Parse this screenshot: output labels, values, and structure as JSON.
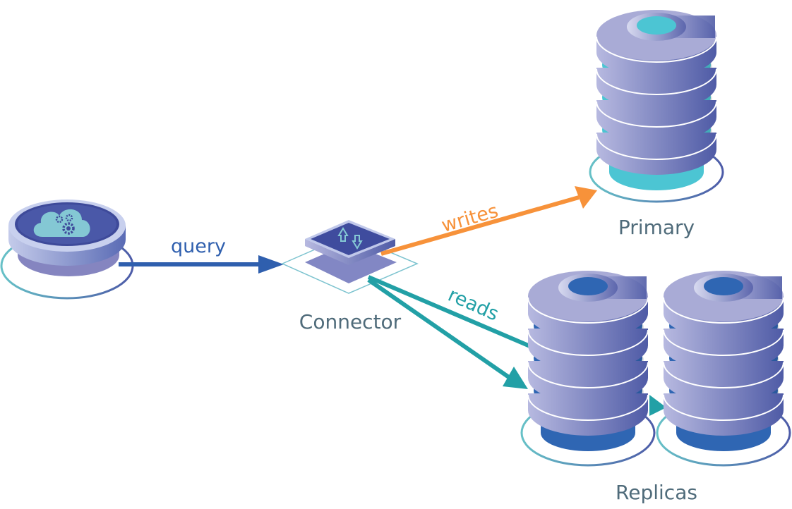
{
  "diagram": {
    "title": "Read/write splitting via connector",
    "nodes": {
      "app": {
        "label": "",
        "icon": "cloud-gears-icon"
      },
      "connector": {
        "label": "Connector",
        "icon": "swap-arrows-icon"
      },
      "primary": {
        "label": "Primary",
        "icon": "database-icon"
      },
      "replicas": {
        "label": "Replicas",
        "icon": "database-icon",
        "count": 2
      }
    },
    "edges": {
      "query": {
        "label": "query",
        "from": "app",
        "to": "connector",
        "color": "#2f5fae"
      },
      "writes": {
        "label": "writes",
        "from": "connector",
        "to": "primary",
        "color": "#f7923a"
      },
      "reads": {
        "label": "reads",
        "from": "connector",
        "to": "replicas",
        "color": "#22a0a6"
      }
    },
    "colors": {
      "disk_body": "#a9abd6",
      "disk_dark": "#4d5ba8",
      "primary_fill": "#4cc5d3",
      "replica_fill": "#2f66b3",
      "ring_teal": "#66bfc6",
      "ring_blue": "#4d5ba8",
      "label_text": "#4f6b7a"
    }
  }
}
